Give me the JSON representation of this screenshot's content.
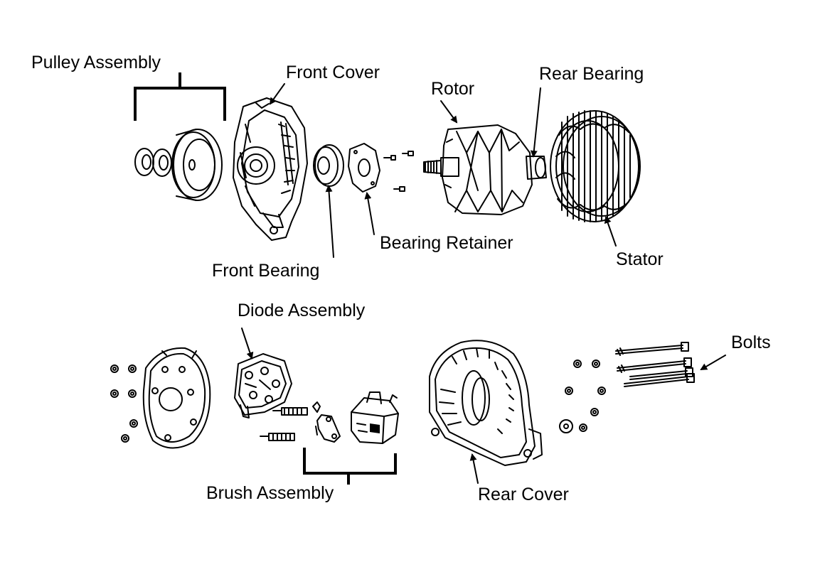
{
  "labels": {
    "pulley_assembly": "Pulley Assembly",
    "front_cover": "Front Cover",
    "rotor": "Rotor",
    "rear_bearing": "Rear Bearing",
    "front_bearing": "Front Bearing",
    "bearing_retainer": "Bearing Retainer",
    "stator": "Stator",
    "diode_assembly": "Diode Assembly",
    "bolts": "Bolts",
    "brush_assembly": "Brush Assembly",
    "rear_cover": "Rear Cover"
  },
  "colors": {
    "ink": "#000000",
    "background": "#ffffff"
  }
}
